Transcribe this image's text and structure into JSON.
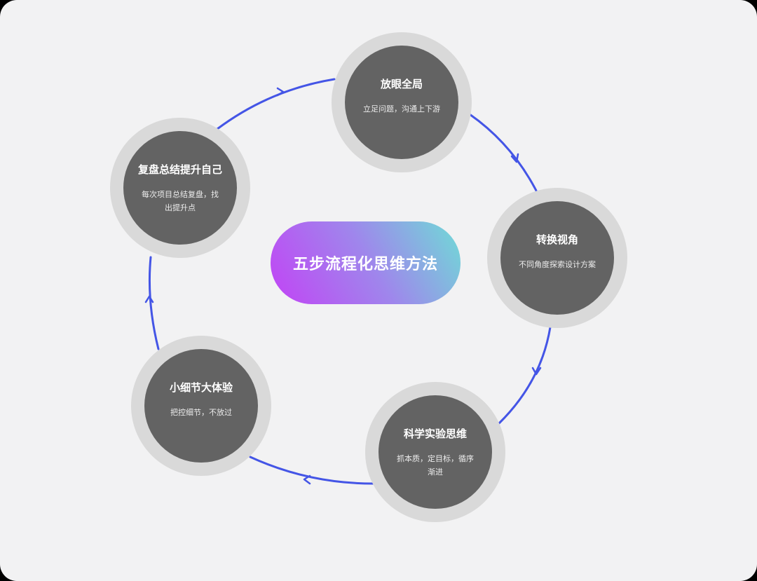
{
  "diagram": {
    "center_title": "五步流程化思维方法",
    "steps": [
      {
        "title": "放眼全局",
        "desc": "立足问题，沟通上下游"
      },
      {
        "title": "转换视角",
        "desc": "不同角度探索设计方案"
      },
      {
        "title": "科学实验思维",
        "desc": "抓本质，定目标，循序渐进"
      },
      {
        "title": "小细节大体验",
        "desc": "把控细节，不放过"
      },
      {
        "title": "复盘总结提升自己",
        "desc": "每次项目总结复盘，找出提升点"
      }
    ]
  },
  "colors": {
    "ring": "#4455e6",
    "node_outer": "#d9d9d9",
    "node_inner": "#636363",
    "background": "#f2f2f3",
    "gradient_start": "#c243f5",
    "gradient_mid": "#9f86ec",
    "gradient_end": "#6fdcd6"
  }
}
